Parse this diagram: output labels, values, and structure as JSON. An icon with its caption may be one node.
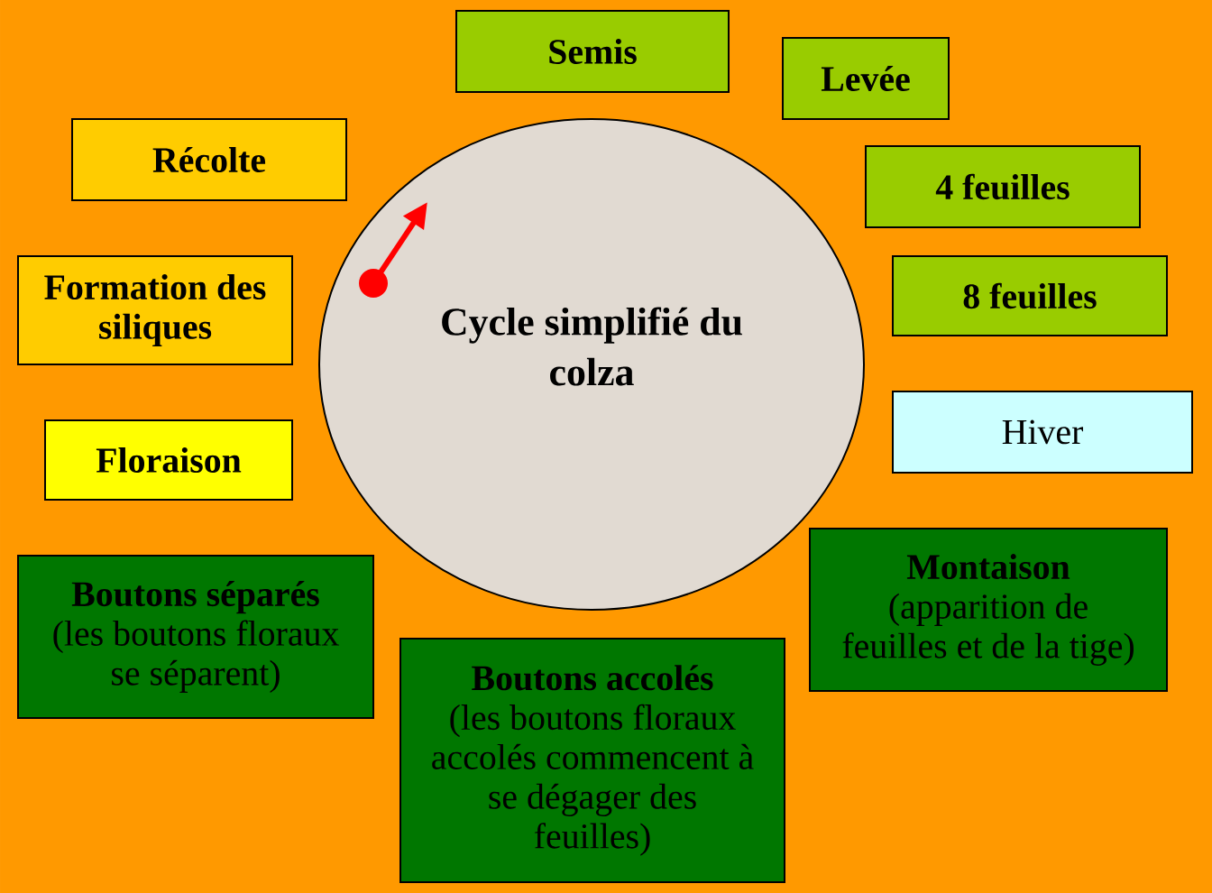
{
  "diagram": {
    "nodes": [
      {
        "text": [
          "Cycle simplifié du colza"
        ]
      },
      {
        "text": [
          "Semis"
        ]
      },
      {
        "text": [
          "Levée"
        ]
      },
      {
        "text": [
          "4 feuilles"
        ]
      },
      {
        "text": [
          "8 feuilles"
        ]
      },
      {
        "text": [
          "Hiver"
        ]
      },
      {
        "text": [
          "Montaison",
          "(apparition de feuilles et de la tige)"
        ]
      },
      {
        "text": [
          "Boutons accolés",
          "(les boutons floraux accolés commencent à se dégager des feuilles)"
        ]
      },
      {
        "text": [
          "Boutons séparés",
          "(les boutons floraux se séparent)"
        ]
      },
      {
        "text": [
          "Floraison"
        ]
      },
      {
        "text": [
          "Formation des siliques"
        ]
      },
      {
        "text": [
          "Récolte"
        ]
      }
    ]
  }
}
